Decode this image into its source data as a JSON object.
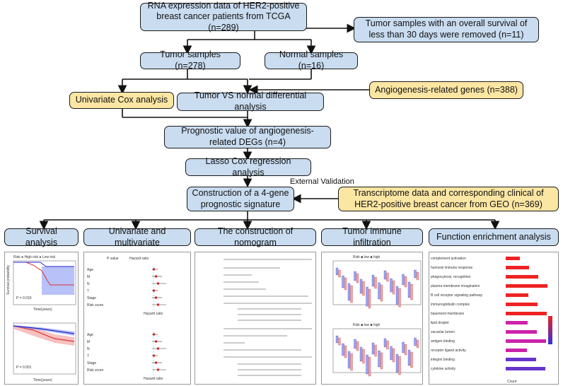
{
  "flow": {
    "rna": "RNA expression data of HER2-positive breast cancer patients from TCGA (n=289)",
    "removed": "Tumor samples with an overall survival of less than 30 days were removed (n=11)",
    "tumor": "Tumor samples (n=278)",
    "normal": "Normal samples (n=16)",
    "angio_genes": "Angiogenesis-related genes (n=388)",
    "univariate": "Univariate Cox analysis",
    "diff": "Tumor VS normal differential analysis",
    "prognostic": "Prognostic value of angiogenesis-related DEGs (n=4)",
    "lasso": "Lasso Cox regression analysis",
    "external": "External Validation",
    "signature": "Construction of a 4-gene prognostic signature",
    "geo": "Transcriptome data and corresponding clinical of HER2-positive breast cancer from GEO (n=369)"
  },
  "outputs": {
    "survival": "Survival analysis",
    "uni_multi": "Univariate and multivariate",
    "nomogram": "The construction of nomogram",
    "immune": "Tumor immune infiltration",
    "enrichment": "Function enrichment analysis"
  },
  "thumbs": {
    "km_legend": "Risk ● High risk ● Low risk",
    "km_p1": "P = 0.019",
    "km_p2": "P = 0.001",
    "km_ylabel": "Survival probability",
    "km_xlabel": "Time(years)",
    "forest_col1": "P value",
    "forest_col2": "Hazard ratio",
    "forest_rows1": [
      "Age",
      "M",
      "N",
      "T",
      "Stage",
      "Risk score"
    ],
    "forest_xlabel": "Hazard ratio",
    "forest_rows2": [
      "Age",
      "M",
      "N",
      "T",
      "Stage",
      "Risk score"
    ],
    "immune_legend": "Risk ■ low ■ high",
    "enrich_xlabel": "Count",
    "enrich_terms": [
      "complement activation",
      "humoral immune response",
      "phagocytosis, recognition",
      "plasma membrane invagination",
      "B cell receptor signaling pathway",
      "immunoglobulin complex",
      "basement membrane",
      "lipid droplet",
      "vacuolar lumen",
      "antigen binding",
      "receptor ligand activity",
      "integrin binding",
      "cytokine activity"
    ]
  }
}
